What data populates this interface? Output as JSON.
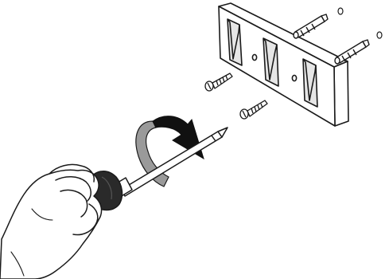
{
  "diagram": {
    "subject": "screwdriver-fastening-wall-mounted-holder",
    "rotation_direction": "clockwise",
    "holder_slots": 3,
    "anchor_count": 2,
    "screw_count": 2,
    "colors": {
      "line": "#1a1a1a",
      "fill": "#ffffff",
      "slot_shade": "#d9d9d9",
      "arrow_dark": "#111111",
      "arrow_light": "#9a9a9a",
      "handle": "#2a2a2a"
    }
  }
}
